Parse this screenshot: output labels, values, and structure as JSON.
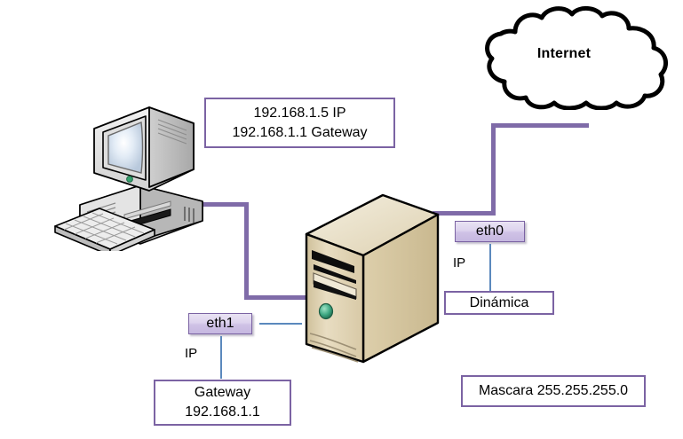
{
  "diagram": {
    "title": "Network topology diagram",
    "colors": {
      "cable": "#7f6ba8",
      "box_border": "#7b63a3",
      "leader_line": "#5b89bd",
      "badge_fill": "#ddd3ee",
      "server_body": "#ded0ad",
      "server_led": "#3aa17e",
      "cloud_outline": "#000000",
      "background": "#ffffff"
    },
    "cloud": {
      "label": "Internet"
    },
    "nodes": {
      "workstation": {
        "name": "desktop-computer",
        "icon": "crt-computer-icon"
      },
      "server": {
        "name": "server-tower",
        "icon": "server-tower-icon"
      }
    },
    "boxes": {
      "workstation_info": {
        "lines": [
          "192.168.1.5 IP",
          "192.168.1.1 Gateway"
        ]
      },
      "eth0_value": {
        "lines": [
          "Dinámica"
        ]
      },
      "eth1_value": {
        "lines": [
          "Gateway",
          "192.168.1.1"
        ]
      },
      "netmask": {
        "lines": [
          "Mascara 255.255.255.0"
        ]
      }
    },
    "badges": {
      "eth0": {
        "label": "eth0"
      },
      "eth1": {
        "label": "eth1"
      }
    },
    "labels": {
      "ip_eth0": "IP",
      "ip_eth1": "IP"
    }
  }
}
